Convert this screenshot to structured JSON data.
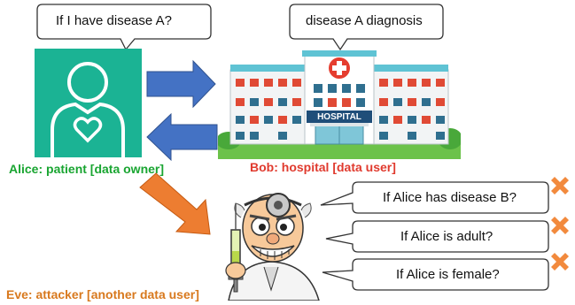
{
  "colors": {
    "patient_bg": "#1bb394",
    "arrow_blue": "#4472c4",
    "arrow_orange": "#ed7d31",
    "alice_caption": "#19a531",
    "bob_caption": "#e03a2e",
    "eve_caption": "#d8791e",
    "cross": "#f28a3d"
  },
  "icons": {
    "patient": "person-with-heart-icon",
    "hospital": "hospital-building-icon",
    "attacker": "doctor-with-syringe-icon",
    "denied": "cross-mark-icon"
  },
  "alice": {
    "question": "If I have disease A?",
    "caption": "Alice: patient [data owner]"
  },
  "bob": {
    "answer": "disease A diagnosis",
    "caption": "Bob: hospital [data user]",
    "sign": "HOSPITAL"
  },
  "eve": {
    "caption": "Eve: attacker [another data user]",
    "queries": [
      {
        "text": "If Alice has disease B?"
      },
      {
        "text": "If Alice is adult?"
      },
      {
        "text": "If Alice is female?"
      }
    ]
  }
}
